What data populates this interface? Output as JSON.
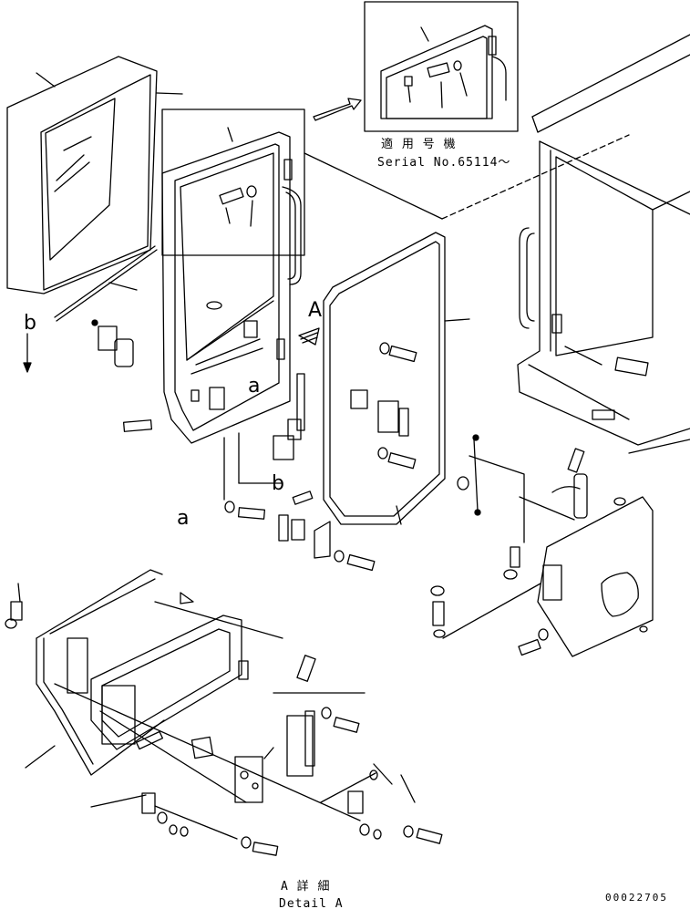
{
  "applicability_jp": "適 用 号 機",
  "applicability_en": "Serial No.65114～",
  "view_a": "A",
  "view_b": "b",
  "detail_a_jp": "A 詳 細",
  "detail_a_en": "Detail A",
  "callout_a": "a",
  "callout_a_lower": "a",
  "callout_b_top": "b",
  "callout_b_mid": "b",
  "drawing_number": "00022705",
  "line_color": "#000000"
}
